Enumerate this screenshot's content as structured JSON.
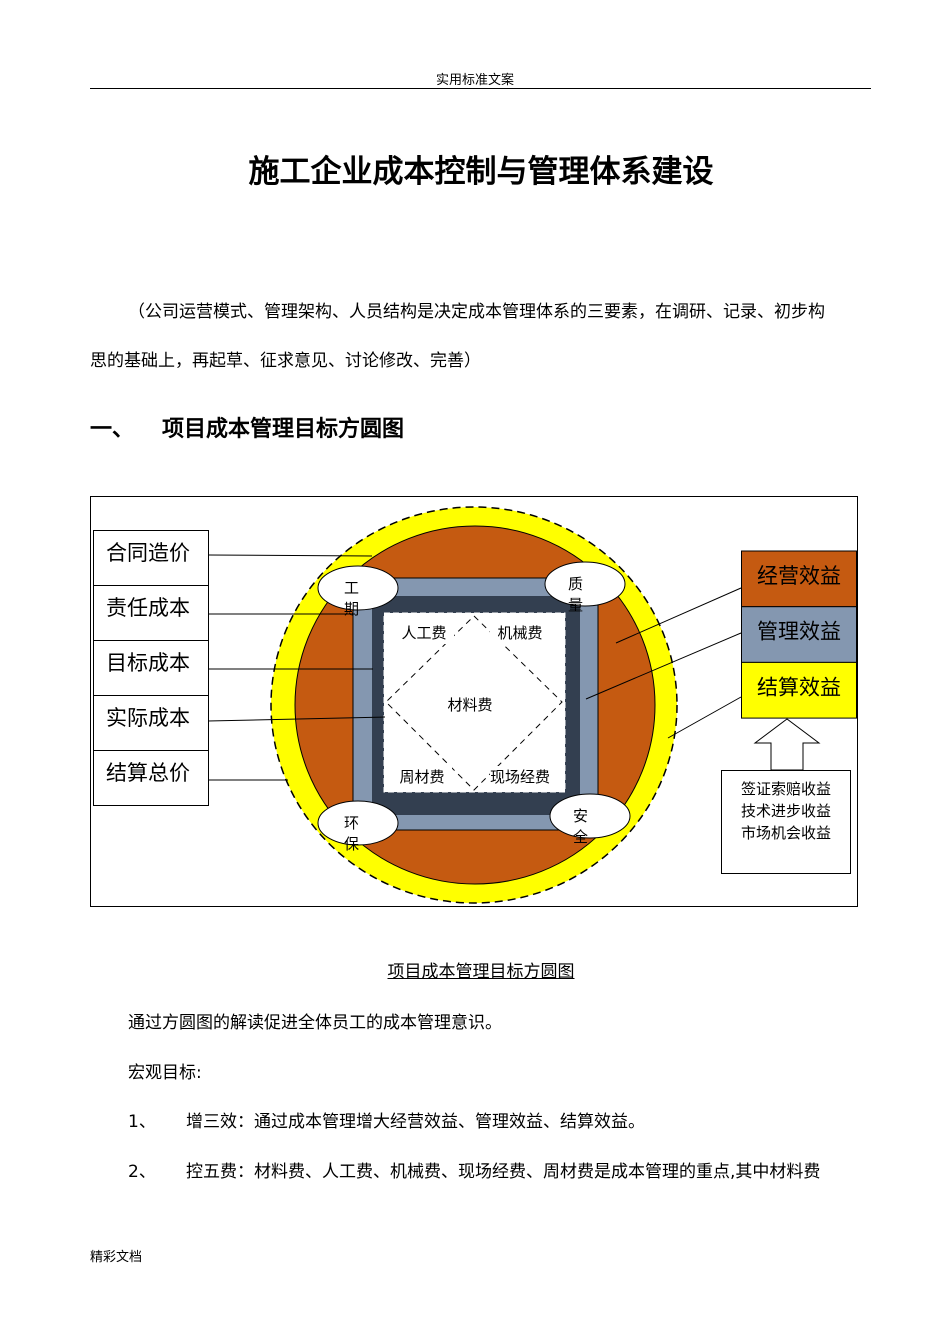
{
  "header": "实用标准文案",
  "title": "施工企业成本控制与管理体系建设",
  "intro_line1": "（公司运营模式、管理架构、人员结构是决定成本管理体系的三要素，在调研、记录、初步构",
  "intro_line2": "思的基础上，再起草、征求意见、讨论修改、完善）",
  "section": {
    "number": "一、",
    "title": "项目成本管理目标方圆图"
  },
  "diagram": {
    "left_boxes": [
      "合同造价",
      "责任成本",
      "目标成本",
      "实际成本",
      "结算总价"
    ],
    "corners": [
      "工期",
      "质量",
      "环保",
      "安全"
    ],
    "center_items": [
      "人工费",
      "机械费",
      "材料费",
      "周材费",
      "现场经费"
    ],
    "right_boxes": [
      {
        "label": "经营效益",
        "color": "#c55a11"
      },
      {
        "label": "管理效益",
        "color": "#8497b0"
      },
      {
        "label": "结算效益",
        "color": "#ffff00"
      }
    ],
    "bottom_box": [
      "签证索赔收益",
      "技术进步收益",
      "市场机会收益"
    ],
    "colors": {
      "yellow_ring": "#ffff00",
      "orange_circle": "#c55a11",
      "gray_square": "#8497b0",
      "dark_square": "#333f50"
    }
  },
  "caption": "项目成本管理目标方圆图",
  "body": [
    "通过方圆图的解读促进全体员工的成本管理意识。",
    "宏观目标:"
  ],
  "list": [
    {
      "num": "1、",
      "text": "增三效：通过成本管理增大经营效益、管理效益、结算效益。"
    },
    {
      "num": "2、",
      "text": "控五费：材料费、人工费、机械费、现场经费、周材费是成本管理的重点,其中材料费"
    }
  ],
  "footer": "精彩文档"
}
